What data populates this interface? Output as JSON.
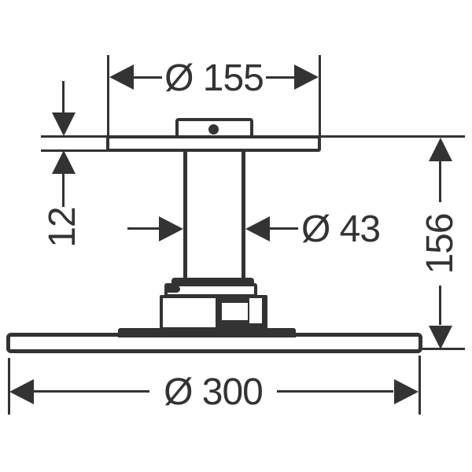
{
  "drawing": {
    "type": "technical-dimension-drawing",
    "subject": "ceiling-mounted overhead shower, side elevation",
    "line_color": "#333333",
    "background_color": "#ffffff",
    "dimensions": {
      "ceiling_plate_diameter": {
        "label": "Ø 155",
        "value": 155
      },
      "ceiling_plate_thickness": {
        "label": "12",
        "value": 12
      },
      "pipe_diameter": {
        "label": "Ø 43",
        "value": 43
      },
      "overall_height": {
        "label": "156",
        "value": 156
      },
      "spray_plate_diameter": {
        "label": "Ø 300",
        "value": 300
      }
    }
  }
}
